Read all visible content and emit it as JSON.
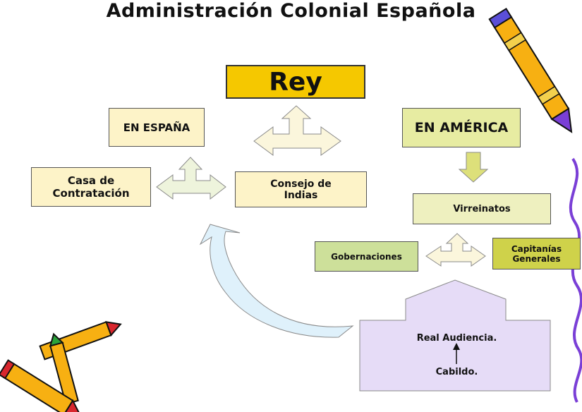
{
  "title": "Administración Colonial Española",
  "boxes": {
    "rey": {
      "text": "Rey",
      "fill": "#f5c800"
    },
    "en_espana": {
      "text": "EN ESPAÑA",
      "fill": "#fdf3c8"
    },
    "en_america": {
      "text": "EN AMÉRICA",
      "fill": "#e7eca2"
    },
    "casa_contratacion": {
      "line1": "Casa de",
      "line2": "Contratación",
      "fill": "#fdf3c8"
    },
    "consejo_indias": {
      "line1": "Consejo de",
      "line2": "Indias",
      "fill": "#fdf3c8"
    },
    "virreinatos": {
      "text": "Virreinatos",
      "fill": "#eef0bf"
    },
    "gobernaciones": {
      "text": "Gobernaciones",
      "fill": "#cde09a"
    },
    "capitanias": {
      "line1": "Capitanías",
      "line2": "Generales",
      "fill": "#cfd24a"
    },
    "audiencia_cabildo": {
      "line1": "Real Audiencia.",
      "line2": "Cabildo.",
      "fill": "#e6dcf7"
    }
  },
  "icons": [
    "crayon-icon",
    "crayons-pile-icon",
    "wavy-line-icon",
    "curved-arrow-icon",
    "down-arrow-icon",
    "three-way-arrow-icon"
  ],
  "colors": {
    "arrow_cream": "#fbf6dc",
    "arrow_light_green": "#eef4dc",
    "arrow_olive": "#dde07a",
    "arrow_blue": "#dff1fb",
    "arrow_purple": "#e6dcf7",
    "wavy_line": "#7a3fd6"
  }
}
